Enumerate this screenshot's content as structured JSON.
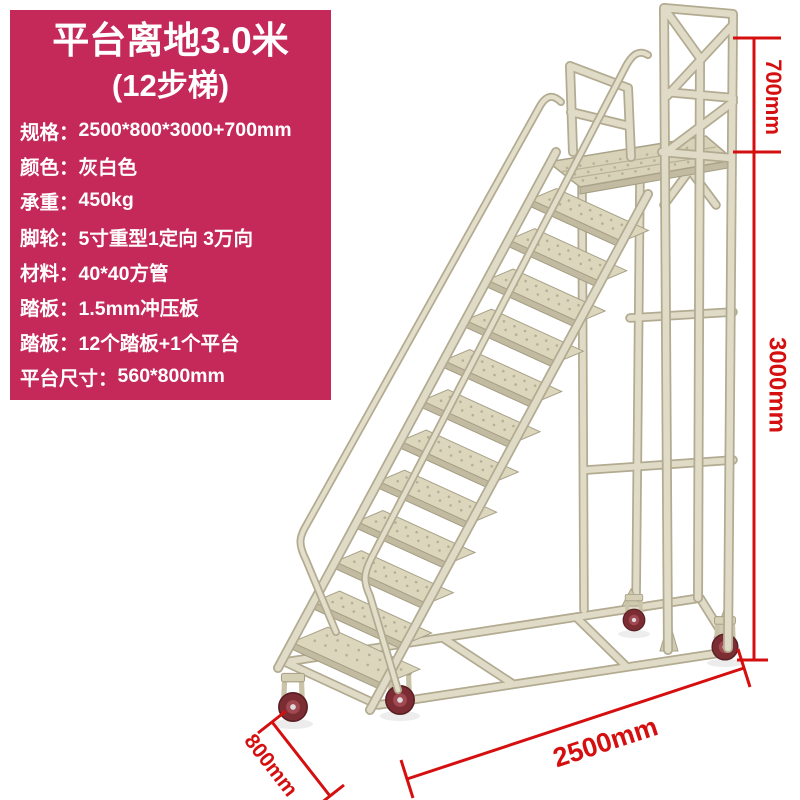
{
  "panel": {
    "bg_color": "#c5295a",
    "title": "平台离地3.0米",
    "subtitle": "(12步梯)",
    "specs": [
      {
        "label": "规格：",
        "value": "2500*800*3000+700mm"
      },
      {
        "label": "颜色：",
        "value": "灰白色"
      },
      {
        "label": "承重：",
        "value": "450kg"
      },
      {
        "label": "脚轮：",
        "value": "5寸重型1定向 3万向"
      },
      {
        "label": "材料：",
        "value": "40*40方管"
      },
      {
        "label": "踏板：",
        "value": "1.5mm冲压板"
      },
      {
        "label": "踏板：",
        "value": "12个踏板+1个平台"
      },
      {
        "label": "平台尺寸：",
        "value": "560*800mm"
      }
    ]
  },
  "dimensions": {
    "color": "#d50f0f",
    "upper_height": "700mm",
    "main_height": "3000mm",
    "length": "2500mm",
    "depth": "800mm"
  },
  "ladder": {
    "steps": 12,
    "color_name": "灰白色",
    "frame_color": "#ddd7c0",
    "wheel_color": "#7c2d33"
  }
}
